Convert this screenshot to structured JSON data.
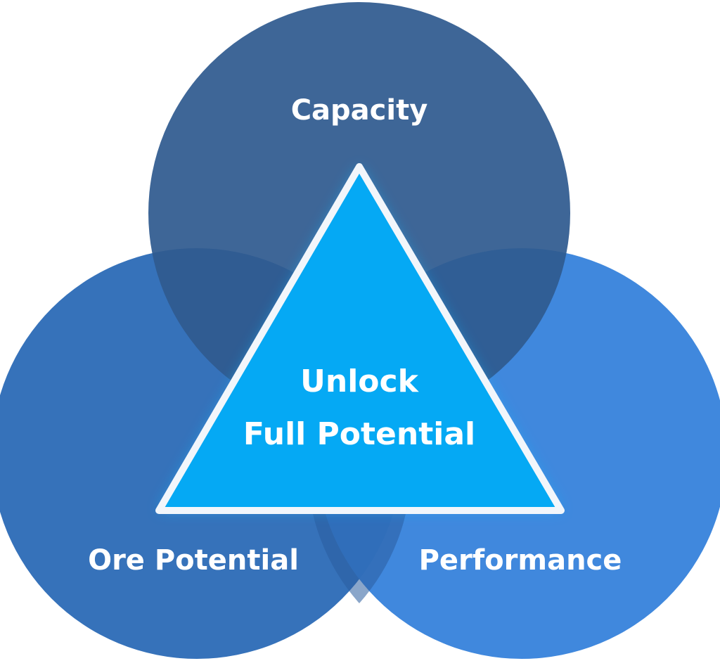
{
  "circles": {
    "top": {
      "label": "Capacity",
      "color": "#2f5a8f"
    },
    "left": {
      "label": "Ore Potential",
      "color": "#2f6db8"
    },
    "right": {
      "label": "Performance",
      "color": "#3a84dc"
    }
  },
  "center": {
    "line1": "Unlock",
    "line2": "Full Potential",
    "fill": "#05a9f4",
    "stroke": "#f2f6fb"
  }
}
